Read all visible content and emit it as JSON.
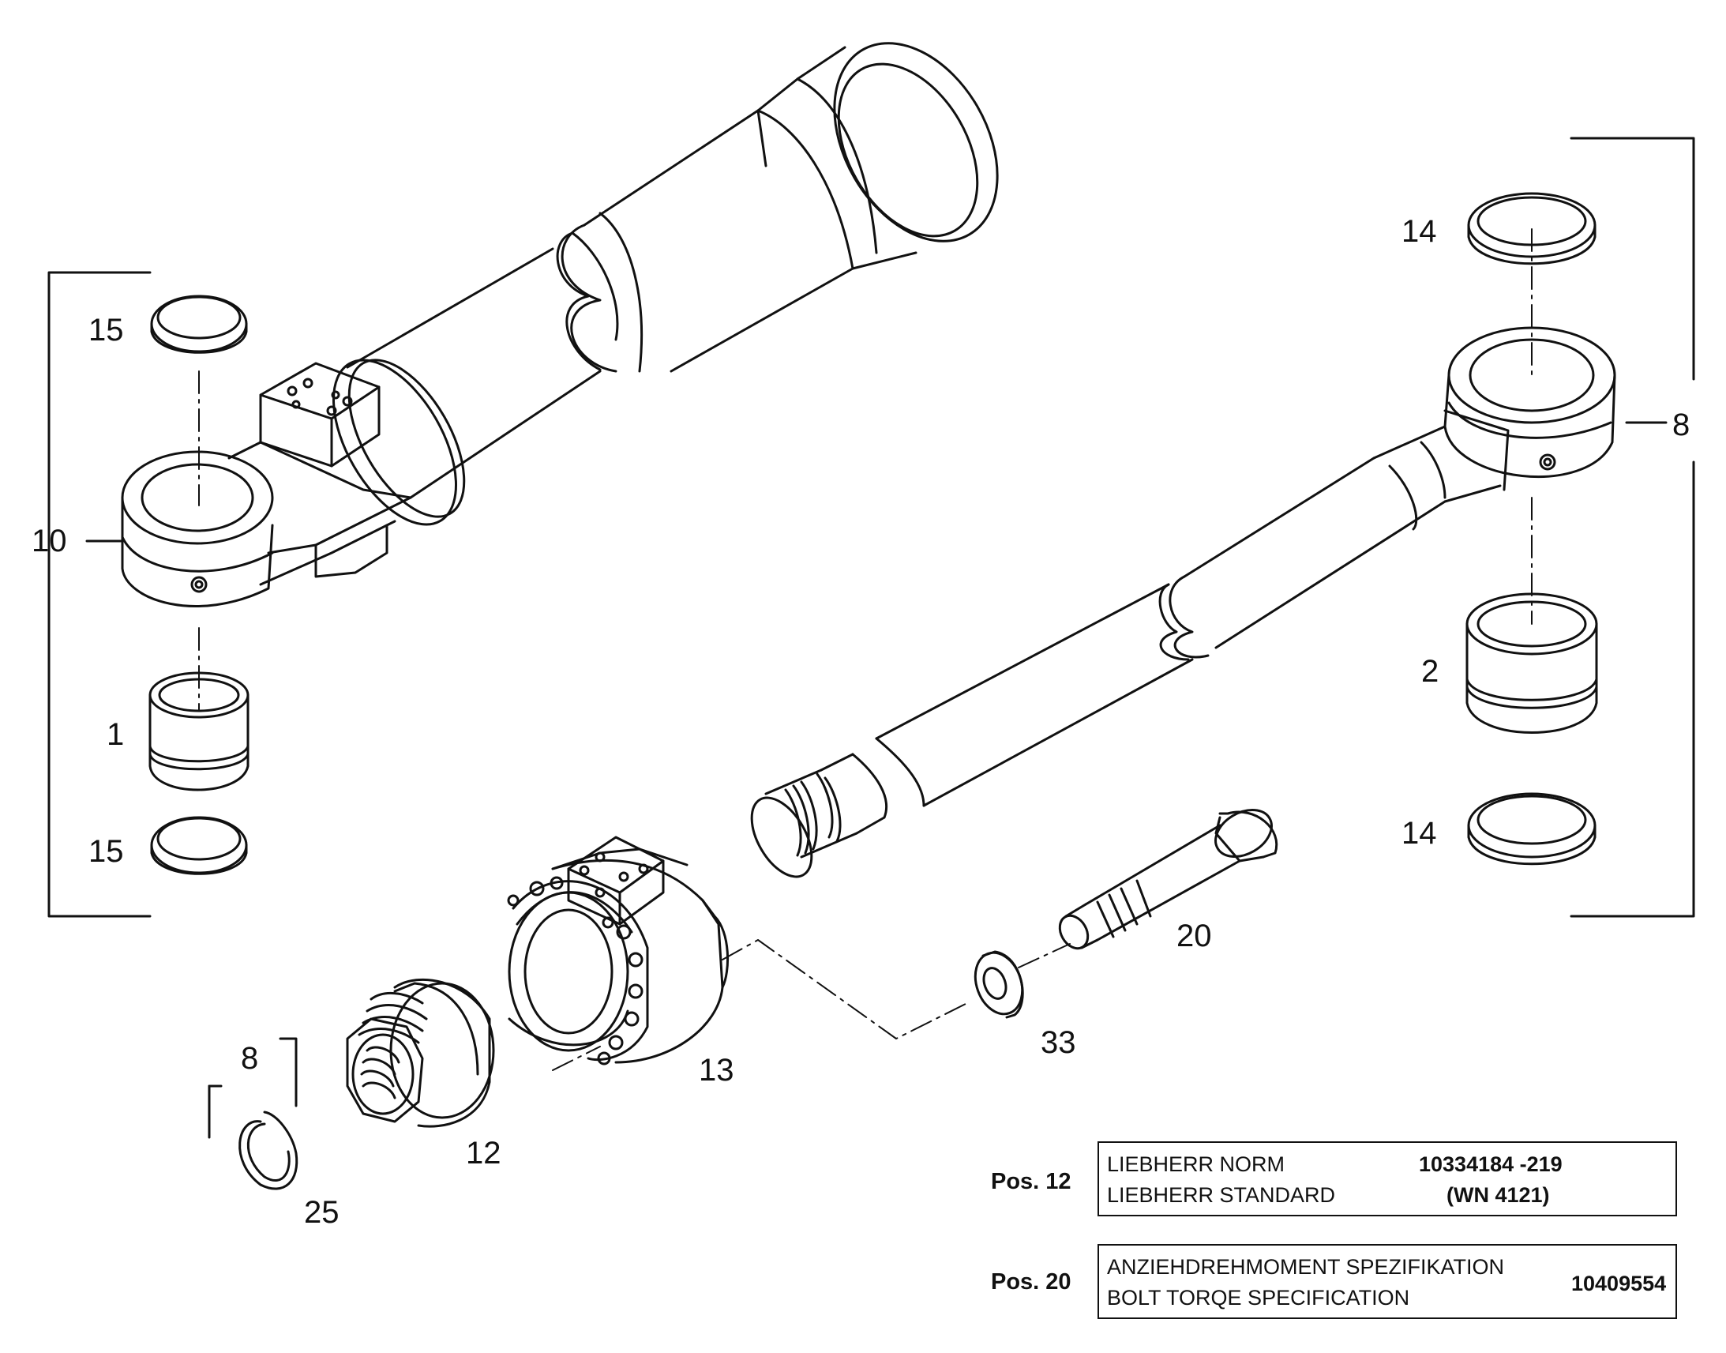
{
  "diagram": {
    "callouts": {
      "c10": "10",
      "c15_top": "15",
      "c1": "1",
      "c15_bottom": "15",
      "c8_right": "8",
      "c14_top": "14",
      "c2": "2",
      "c14_bottom": "14",
      "c20": "20",
      "c33": "33",
      "c13": "13",
      "c12": "12",
      "c8_left": "8",
      "c25": "25"
    },
    "notes": [
      {
        "pos": "Pos. 12",
        "line1": "LIEBHERR NORM",
        "line2": "LIEBHERR STANDARD",
        "code1": "10334184 -219",
        "code2": "(WN 4121)"
      },
      {
        "pos": "Pos. 20",
        "line1": "ANZIEHDREHMOMENT SPEZIFIKATION",
        "line2": "BOLT TORQE SPECIFICATION",
        "code": "10409554"
      }
    ]
  }
}
